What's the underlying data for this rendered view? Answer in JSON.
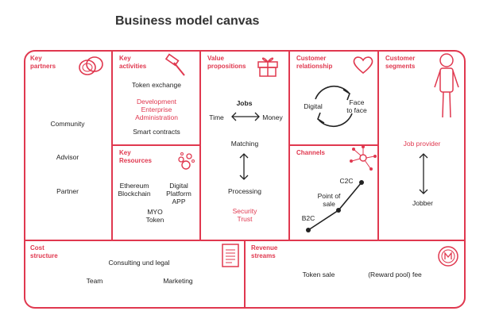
{
  "title": "Business model canvas",
  "colors": {
    "accent": "#e0384f",
    "text": "#222222"
  },
  "sections": {
    "key_partners": {
      "header": "Key\npartners",
      "icon": "rings-icon",
      "items": [
        "Community",
        "Advisor",
        "Partner"
      ]
    },
    "key_activities": {
      "header": "Key\nactivities",
      "icon": "hammer-icon",
      "item1": "Token exchange",
      "highlight": "Development\nEnterprise\nAdministration",
      "item2": "Smart contracts"
    },
    "key_resources": {
      "header": "Key\nResources",
      "icon": "bubbles-icon",
      "item1": "Ethereum\nBlockchain",
      "item2": "Digital\nPlatform\nAPP",
      "item3": "MYO\nToken"
    },
    "value_propositions": {
      "header": "Value\npropositions",
      "icon": "gift-icon",
      "jobs": "Jobs",
      "time": "Time",
      "money": "Money",
      "matching": "Matching",
      "processing": "Processing",
      "highlight": "Security\nTrust"
    },
    "customer_relationship": {
      "header": "Customer\nrelationship",
      "icon": "heart-icon",
      "digital": "Digital",
      "face": "Face\nto face"
    },
    "channels": {
      "header": "Channels",
      "icon": "network-icon",
      "b2c": "B2C",
      "pos": "Point of\nsale",
      "c2c": "C2C"
    },
    "customer_segments": {
      "header": "Customer\nsegments",
      "icon": "person-icon",
      "provider": "Job provider",
      "jobber": "Jobber"
    },
    "cost_structure": {
      "header": "Cost\nstructure",
      "icon": "document-icon",
      "consulting": "Consulting und legal",
      "team": "Team",
      "marketing": "Marketing"
    },
    "revenue_streams": {
      "header": "Revenue\nstreams",
      "icon": "coin-icon",
      "token_sale": "Token sale",
      "fee": "(Reward pool) fee"
    }
  }
}
